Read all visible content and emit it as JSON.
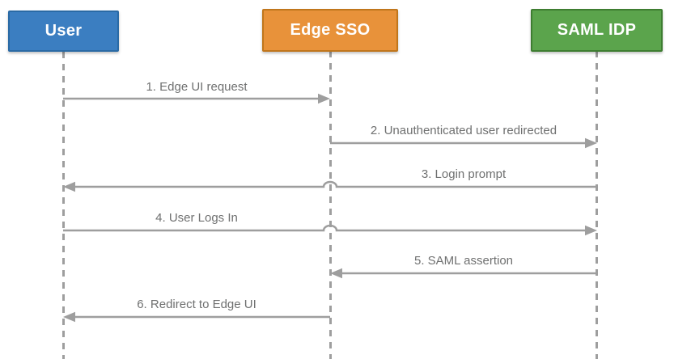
{
  "diagram": {
    "type": "sequence-diagram",
    "actors": [
      {
        "label": "User",
        "fill": "#3b7ec1",
        "border": "#2a6aa5"
      },
      {
        "label": "Edge SSO",
        "fill": "#e8923a",
        "border": "#c0761c"
      },
      {
        "label": "SAML IDP",
        "fill": "#5ba44c",
        "border": "#3e7d31"
      }
    ],
    "messages": [
      {
        "label": "1. Edge UI request",
        "from": "User",
        "to": "Edge SSO",
        "direction": "right"
      },
      {
        "label": "2. Unauthenticated user redirected",
        "from": "Edge SSO",
        "to": "SAML IDP",
        "direction": "right"
      },
      {
        "label": "3. Login prompt",
        "from": "SAML IDP",
        "to": "User",
        "direction": "left"
      },
      {
        "label": "4. User Logs In",
        "from": "User",
        "to": "SAML IDP",
        "direction": "right"
      },
      {
        "label": "5. SAML assertion",
        "from": "SAML IDP",
        "to": "Edge SSO",
        "direction": "left"
      },
      {
        "label": "6. Redirect to Edge UI",
        "from": "Edge SSO",
        "to": "User",
        "direction": "left"
      }
    ],
    "colors": {
      "arrow_line": "#9e9e9e",
      "label_text": "#6f7070",
      "background": "#ffffff"
    }
  }
}
